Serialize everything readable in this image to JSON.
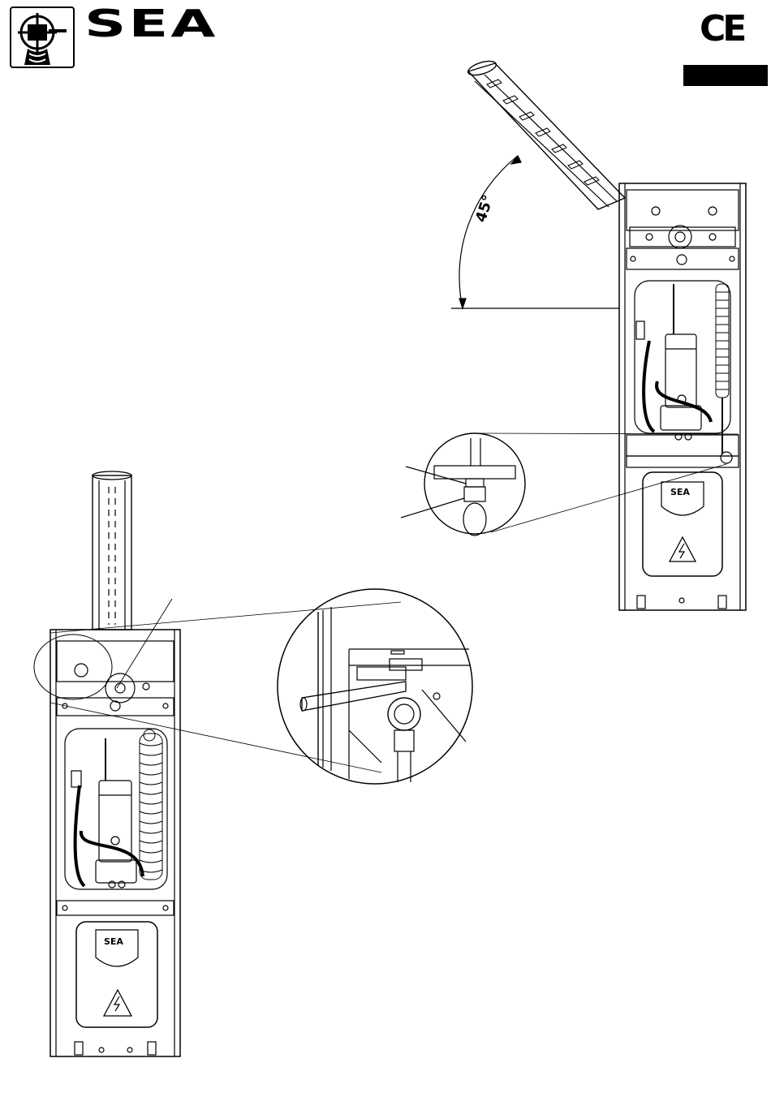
{
  "header": {
    "brand_name": "SEA",
    "ce_mark": "CE",
    "language_bar_color": "#000000"
  },
  "figure": {
    "angle_label": "45°",
    "line_color": "#000000",
    "cabinet_logo_text": "SEA",
    "hazard_symbol": "electric-hazard-icon"
  }
}
